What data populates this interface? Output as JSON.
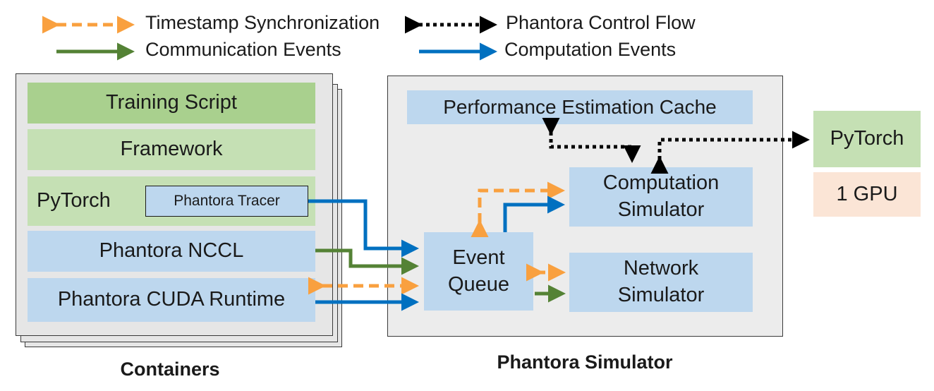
{
  "legend": {
    "timestamp_sync": "Timestamp Synchronization",
    "control_flow": "Phantora Control Flow",
    "communication": "Communication Events",
    "computation": "Computation Events"
  },
  "containers": {
    "training_script": "Training Script",
    "framework": "Framework",
    "pytorch": "PyTorch",
    "tracer": "Phantora Tracer",
    "nccl": "Phantora NCCL",
    "cuda_runtime": "Phantora CUDA Runtime",
    "caption": "Containers"
  },
  "simulator": {
    "cache": "Performance Estimation Cache",
    "computation_sim_line1": "Computation",
    "computation_sim_line2": "Simulator",
    "event_queue_line1": "Event",
    "event_queue_line2": "Queue",
    "network_sim_line1": "Network",
    "network_sim_line2": "Simulator",
    "caption": "Phantora Simulator"
  },
  "external": {
    "pytorch": "PyTorch",
    "gpu": "1 GPU"
  },
  "colors": {
    "orange": "#f9a03f",
    "green": "#548235",
    "blue": "#0070c0",
    "black": "#000000"
  }
}
